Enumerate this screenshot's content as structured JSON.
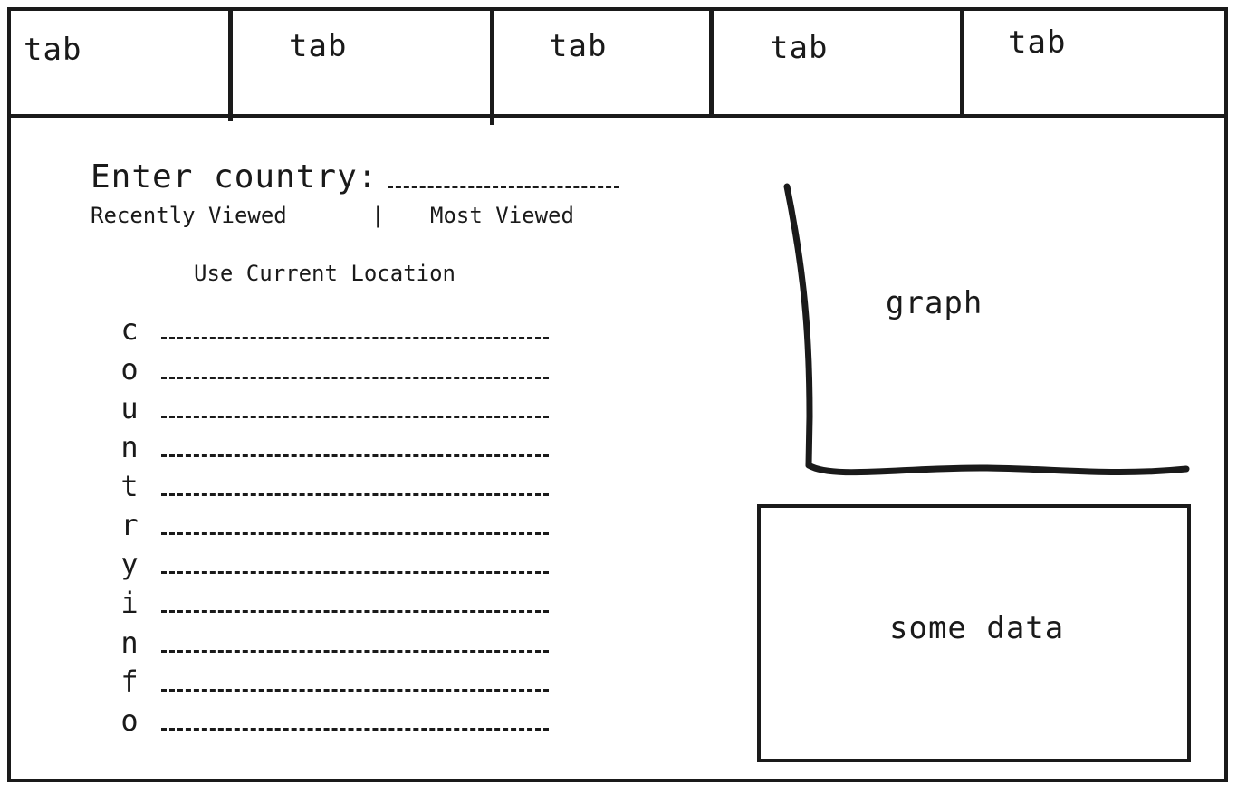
{
  "tabs": [
    {
      "label": "tab"
    },
    {
      "label": "tab"
    },
    {
      "label": "tab"
    },
    {
      "label": "tab"
    },
    {
      "label": "tab"
    }
  ],
  "search": {
    "label": "Enter country:",
    "value": ""
  },
  "filters": {
    "recent_label": "Recently Viewed",
    "separator": "|",
    "most_label": "Most Viewed"
  },
  "location": {
    "label": "Use Current Location"
  },
  "info_letters": [
    "c",
    "o",
    "u",
    "n",
    "t",
    "r",
    "y",
    "i",
    "n",
    "f",
    "o"
  ],
  "graph": {
    "label": "graph"
  },
  "data_panel": {
    "label": "some data"
  }
}
